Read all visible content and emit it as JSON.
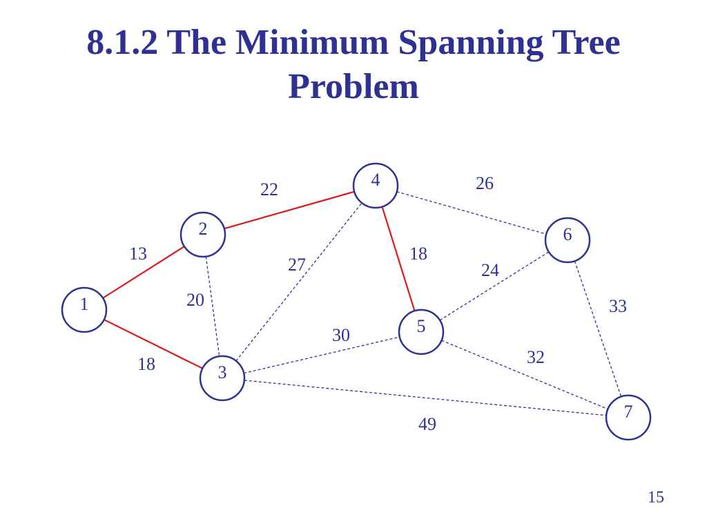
{
  "slide": {
    "title_line1": "8.1.2 The Minimum Spanning Tree",
    "title_line2": "Problem",
    "page_number": "15"
  },
  "graph": {
    "node_color": "#2e3192",
    "tree_edge_color": "#e0151b",
    "nodes": [
      {
        "id": "1",
        "label": "1"
      },
      {
        "id": "2",
        "label": "2"
      },
      {
        "id": "3",
        "label": "3"
      },
      {
        "id": "4",
        "label": "4"
      },
      {
        "id": "5",
        "label": "5"
      },
      {
        "id": "6",
        "label": "6"
      },
      {
        "id": "7",
        "label": "7"
      }
    ],
    "edges": [
      {
        "from": "1",
        "to": "2",
        "weight": "13",
        "in_tree": true
      },
      {
        "from": "1",
        "to": "3",
        "weight": "18",
        "in_tree": true
      },
      {
        "from": "2",
        "to": "4",
        "weight": "22",
        "in_tree": true
      },
      {
        "from": "2",
        "to": "3",
        "weight": "20",
        "in_tree": false
      },
      {
        "from": "3",
        "to": "4",
        "weight": "27",
        "in_tree": false
      },
      {
        "from": "4",
        "to": "5",
        "weight": "18",
        "in_tree": true
      },
      {
        "from": "4",
        "to": "6",
        "weight": "26",
        "in_tree": false
      },
      {
        "from": "3",
        "to": "5",
        "weight": "30",
        "in_tree": false
      },
      {
        "from": "5",
        "to": "6",
        "weight": "24",
        "in_tree": false
      },
      {
        "from": "6",
        "to": "7",
        "weight": "33",
        "in_tree": false
      },
      {
        "from": "5",
        "to": "7",
        "weight": "32",
        "in_tree": false
      },
      {
        "from": "3",
        "to": "7",
        "weight": "49",
        "in_tree": false
      }
    ]
  }
}
